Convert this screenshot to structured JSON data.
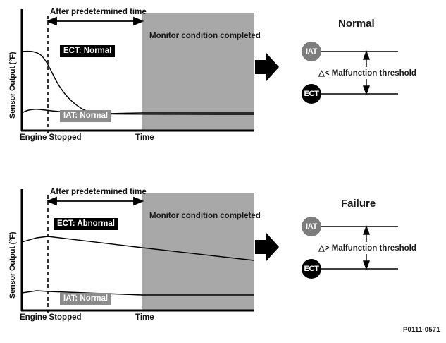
{
  "figure": {
    "footer_code": "P0111-0571"
  },
  "charts": [
    {
      "id": "normal",
      "y_axis_label": "Sensor Output (°F)",
      "x_axis_label_left": "Engine Stopped",
      "x_axis_label_right": "Time",
      "top_annotation": "After predetermined time",
      "band_label": "Monitor condition completed",
      "series": [
        {
          "name": "ECT",
          "tag": "ECT: Normal",
          "tag_style": "dark"
        },
        {
          "name": "IAT",
          "tag": "IAT: Normal",
          "tag_style": "gray"
        }
      ]
    },
    {
      "id": "failure",
      "y_axis_label": "Sensor Output (°F)",
      "x_axis_label_left": "Engine Stopped",
      "x_axis_label_right": "Time",
      "top_annotation": "After predetermined time",
      "band_label": "Monitor condition completed",
      "series": [
        {
          "name": "ECT",
          "tag": "ECT: Abnormal",
          "tag_style": "dark"
        },
        {
          "name": "IAT",
          "tag": "IAT: Normal",
          "tag_style": "gray"
        }
      ]
    }
  ],
  "results": [
    {
      "id": "normal",
      "title": "Normal",
      "node_top": "IAT",
      "node_bottom": "ECT",
      "threshold_text": "△< Malfunction threshold"
    },
    {
      "id": "failure",
      "title": "Failure",
      "node_top": "IAT",
      "node_bottom": "ECT",
      "threshold_text": "△> Malfunction threshold"
    }
  ],
  "colors": {
    "band_gray": "#a8a8a8",
    "tag_gray": "#8c8c8c",
    "tag_dark": "#000000",
    "node_iat": "#7d7d7d",
    "node_ect": "#000000",
    "axis": "#000000"
  },
  "chart_data": {
    "type": "line",
    "title": "ECT / IAT sensor output after engine stop",
    "xlabel": "Time",
    "ylabel": "Sensor Output (°F)",
    "grid": false,
    "legend": "inline-tags",
    "xlim": [
      0,
      100
    ],
    "ylim": [
      0,
      100
    ],
    "annotations": [
      {
        "text": "After predetermined time",
        "x_from": 11,
        "x_to": 52
      },
      {
        "text": "Monitor condition completed",
        "x_from": 52,
        "x_to": 100
      },
      {
        "text": "Engine Stopped",
        "x": 11
      }
    ],
    "panels": [
      {
        "name": "Normal",
        "series": [
          {
            "name": "ECT: Normal",
            "x": [
              0,
              5,
              9,
              11,
              14,
              18,
              23,
              29,
              36,
              44,
              52,
              62,
              74,
              86,
              100
            ],
            "y": [
              79,
              79,
              77,
              74,
              68,
              58,
              47,
              37,
              29,
              24,
              21,
              19,
              18,
              17.5,
              17
            ]
          },
          {
            "name": "IAT: Normal",
            "x": [
              0,
              5,
              9,
              11,
              16,
              24,
              35,
              52,
              70,
              100
            ],
            "y": [
              21,
              22,
              22,
              21.5,
              20.5,
              19.5,
              18.5,
              17.5,
              17,
              17
            ]
          }
        ]
      },
      {
        "name": "Failure",
        "series": [
          {
            "name": "ECT: Abnormal",
            "x": [
              0,
              5,
              9,
              11,
              30,
              52,
              75,
              100
            ],
            "y": [
              68,
              70,
              72,
              73,
              66,
              59,
              52,
              45
            ]
          },
          {
            "name": "IAT: Normal",
            "x": [
              0,
              5,
              9,
              11,
              30,
              52,
              75,
              100
            ],
            "y": [
              21,
              22,
              21.5,
              21,
              19,
              18,
              17.5,
              17
            ]
          }
        ]
      }
    ],
    "results": [
      {
        "panel": "Normal",
        "relation": "△< Malfunction threshold",
        "nodes": [
          "IAT",
          "ECT"
        ]
      },
      {
        "panel": "Failure",
        "relation": "△> Malfunction threshold",
        "nodes": [
          "IAT",
          "ECT"
        ]
      }
    ]
  }
}
